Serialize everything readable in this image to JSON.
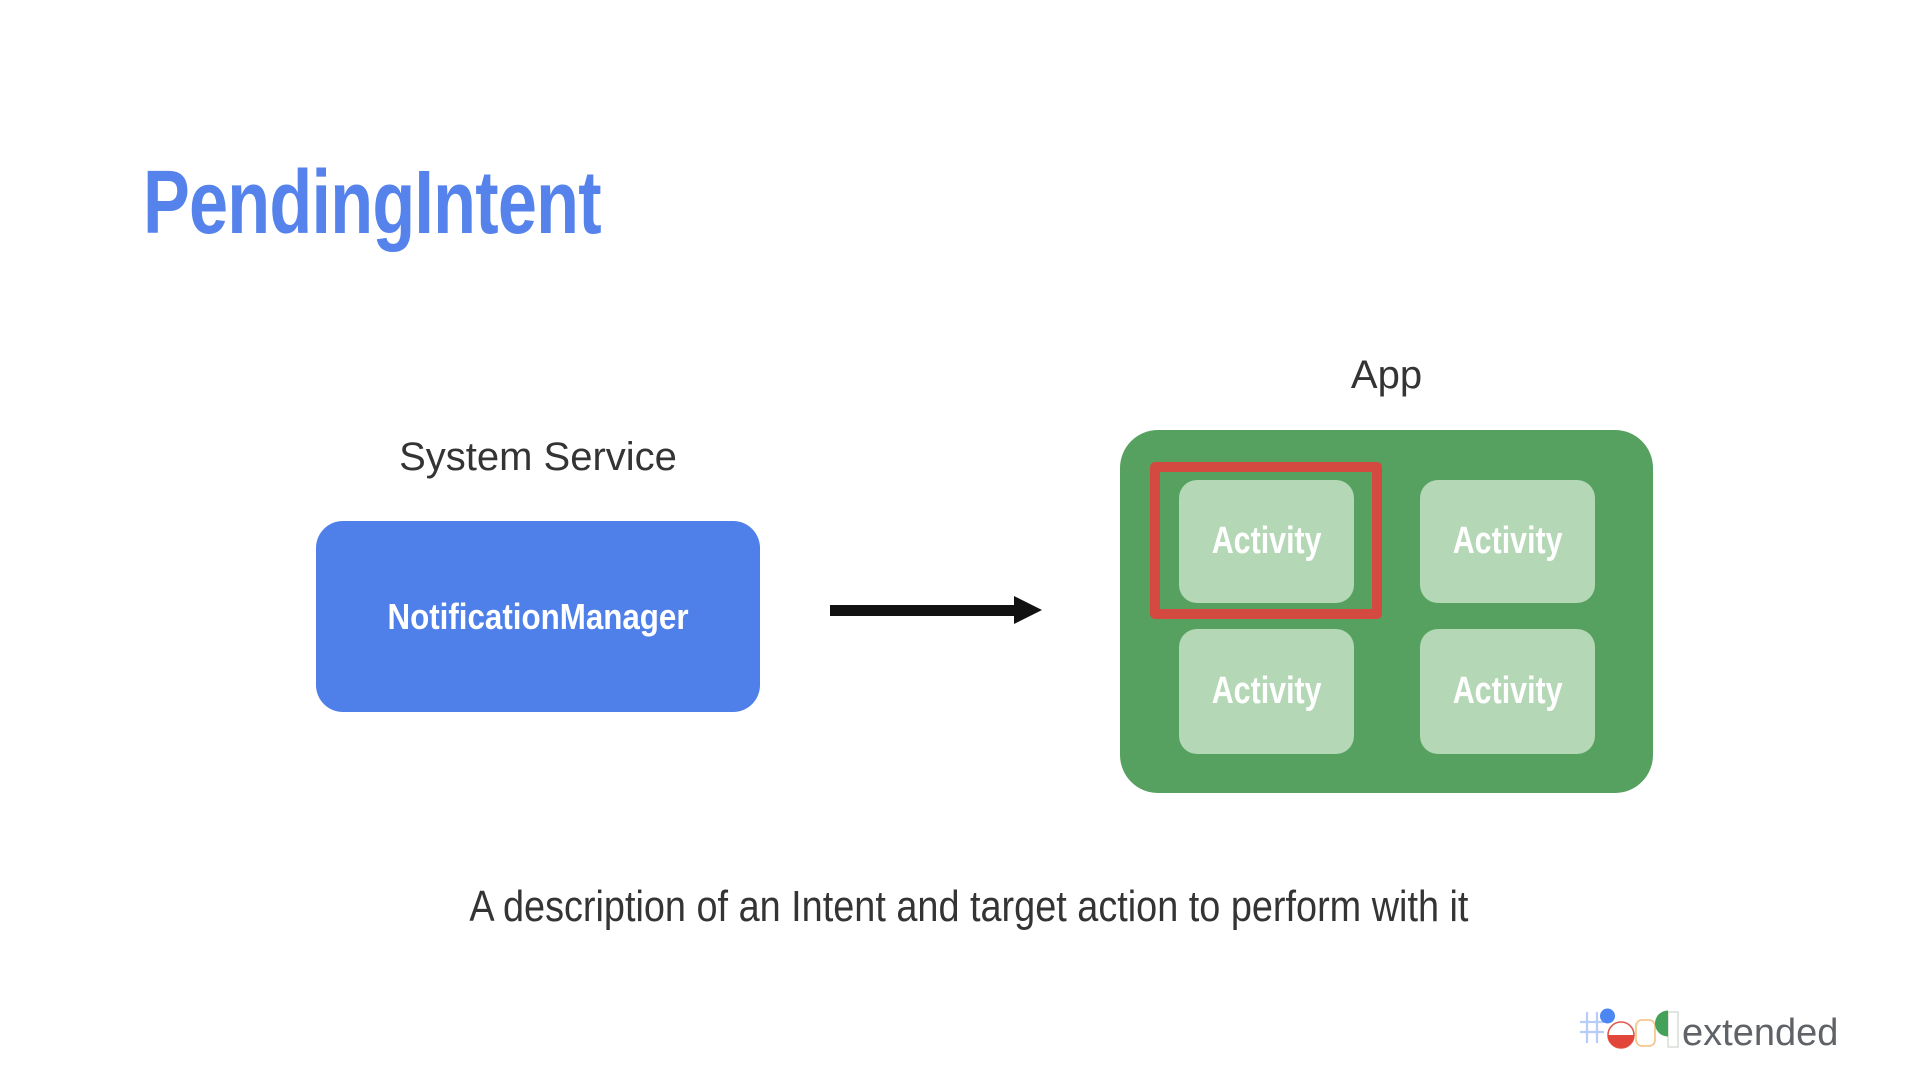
{
  "slide": {
    "title": "PendingIntent",
    "caption": "A description of an Intent and target action to perform with it"
  },
  "diagram": {
    "source": {
      "label": "System Service",
      "box": "NotificationManager"
    },
    "arrow_icon": "right-arrow",
    "target": {
      "label": "App",
      "activities": [
        {
          "label": "Activity",
          "highlighted": true
        },
        {
          "label": "Activity",
          "highlighted": false
        },
        {
          "label": "Activity",
          "highlighted": false
        },
        {
          "label": "Activity",
          "highlighted": false
        }
      ]
    }
  },
  "footer": {
    "logo_icon": "io-extended-logo",
    "logo_text": "extended"
  },
  "colors": {
    "title_blue": "#5583eb",
    "service_box_blue": "#4f7fe9",
    "app_green": "#56a160",
    "activity_tile_green": "#b4d7b5",
    "highlight_red": "#d54a40",
    "text_dark": "#343434",
    "arrow_black": "#111111",
    "logo_text_gray": "#5f6368",
    "logo_blue": "#4b86f2",
    "logo_red": "#e2453a",
    "logo_yellow": "#f4c88e",
    "logo_green": "#44a159",
    "logo_hash_blue": "#b5cdf7"
  }
}
